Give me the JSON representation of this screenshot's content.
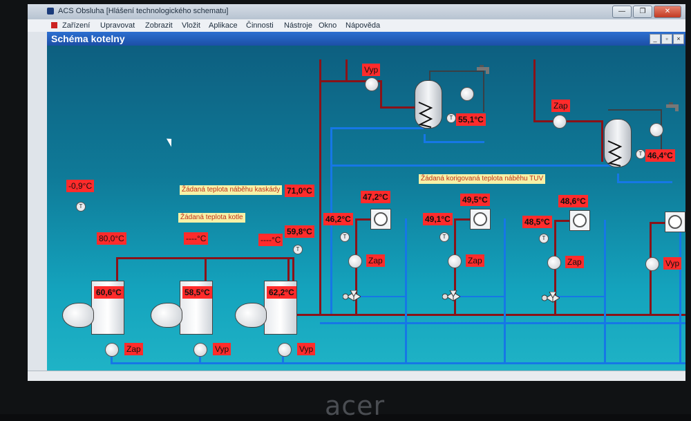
{
  "window": {
    "title": "ACS Obsluha  [Hlášení technologického schematu]"
  },
  "window_controls": {
    "minimize": "—",
    "maximize": "❐",
    "close": "✕"
  },
  "menu": {
    "items": [
      "Zařízení",
      "Upravovat",
      "Zobrazit",
      "Vložit",
      "Aplikace",
      "Činnosti",
      "Nástroje",
      "Okno",
      "Nápověda"
    ]
  },
  "document": {
    "title": "Schéma kotelny",
    "controls": [
      "_",
      "▫",
      "×"
    ]
  },
  "labels": {
    "cascade_setpoint": "Žádaná teplota náběhu kaskády",
    "boiler_setpoint": "Žádaná teplota kotle",
    "tuv_setpoint": "Žádaná korigovaná teplota náběhu TUV"
  },
  "values": {
    "outdoor_temp": "-0,9°C",
    "cascade_setpoint": "71,0°C",
    "boiler_setpoint_1": "80,0°C",
    "boiler_setpoint_2": "----°C",
    "boiler_setpoint_3": "----°C",
    "cascade_actual": "59,8°C",
    "boiler_1": "60,6°C",
    "boiler_2": "58,5°C",
    "boiler_3": "62,2°C",
    "circuit_1_return": "46,2°C",
    "circuit_1_flow": "47,2°C",
    "circuit_2_return": "49,1°C",
    "circuit_2_flow": "49,5°C",
    "circuit_3_return": "48,5°C",
    "circuit_3_flow": "48,6°C",
    "tank_1": "55,1°C",
    "tank_2": "46,4°C"
  },
  "states": {
    "tank_1_pump": "Vyp",
    "tank_2_pump": "Zap",
    "circuit_1_pump": "Zap",
    "circuit_2_pump": "Zap",
    "circuit_3_pump": "Zap",
    "circuit_4_pump": "Vyp",
    "boiler_1_pump": "Zap",
    "boiler_2_pump": "Vyp",
    "boiler_3_pump": "Vyp"
  },
  "sensor_symbol": "T",
  "brand": "acer",
  "colors": {
    "flow_pipe": "#8a1218",
    "return_pipe": "#1677e6",
    "alarm_box": "#ff2b2b",
    "label_box": "#f6f1a6"
  }
}
